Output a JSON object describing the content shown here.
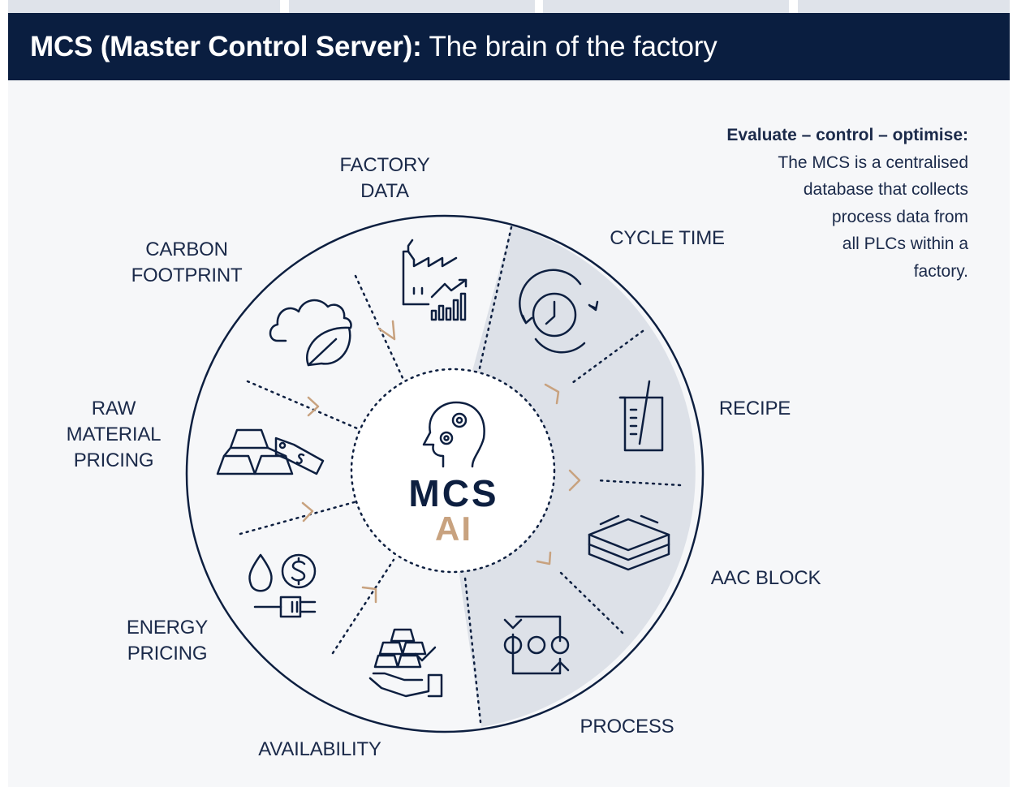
{
  "header": {
    "title_bold": "MCS (Master Control Server):",
    "title_rest": " The brain of the factory"
  },
  "intro": {
    "heading": "Evaluate – control – optimise:",
    "lines": [
      "The MCS is a centralised",
      "database that collects",
      "process data from",
      "all PLCs within a",
      "factory."
    ]
  },
  "center": {
    "line1": "MCS",
    "line2": "AI"
  },
  "segments": {
    "factory_data": [
      "FACTORY",
      "DATA"
    ],
    "cycle_time": [
      "CYCLE TIME"
    ],
    "recipe": [
      "RECIPE"
    ],
    "aac_block": [
      "AAC BLOCK"
    ],
    "process": [
      "PROCESS"
    ],
    "availability": [
      "AVAILABILITY"
    ],
    "energy_pricing": [
      "ENERGY",
      "PRICING"
    ],
    "raw_material_pricing": [
      "RAW",
      "MATERIAL",
      "PRICING"
    ],
    "carbon_footprint": [
      "CARBON",
      "FOOTPRINT"
    ]
  },
  "colors": {
    "navy": "#0a1e40",
    "accent": "#c8a27f",
    "panel": "#f6f7f9",
    "shaded_segment": "#dde1e8"
  },
  "icons": {
    "factory_data": "factory-chart-icon",
    "cycle_time": "clock-cycle-icon",
    "recipe": "beaker-icon",
    "aac_block": "block-stack-icon",
    "process": "process-rollers-icon",
    "availability": "hand-gold-bars-icon",
    "energy_pricing": "energy-price-icon",
    "raw_material_pricing": "gold-price-tag-icon",
    "carbon_footprint": "cloud-leaf-icon",
    "center": "brain-gears-icon"
  }
}
